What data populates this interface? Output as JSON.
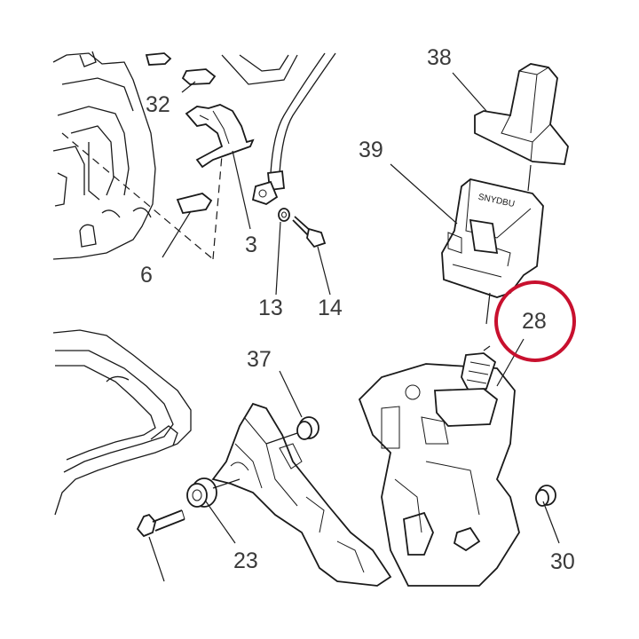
{
  "diagram": {
    "labels": {
      "p38": "38",
      "p32": "32",
      "p39": "39",
      "p3": "3",
      "p6": "6",
      "p13": "13",
      "p14": "14",
      "p28": "28",
      "p37": "37",
      "p23": "23",
      "p30": "30"
    },
    "connector_text": "SNYDBU",
    "highlight_color": "#c8102e",
    "line_color": "#1a1a1a",
    "label_color": "#3a3a3a"
  }
}
